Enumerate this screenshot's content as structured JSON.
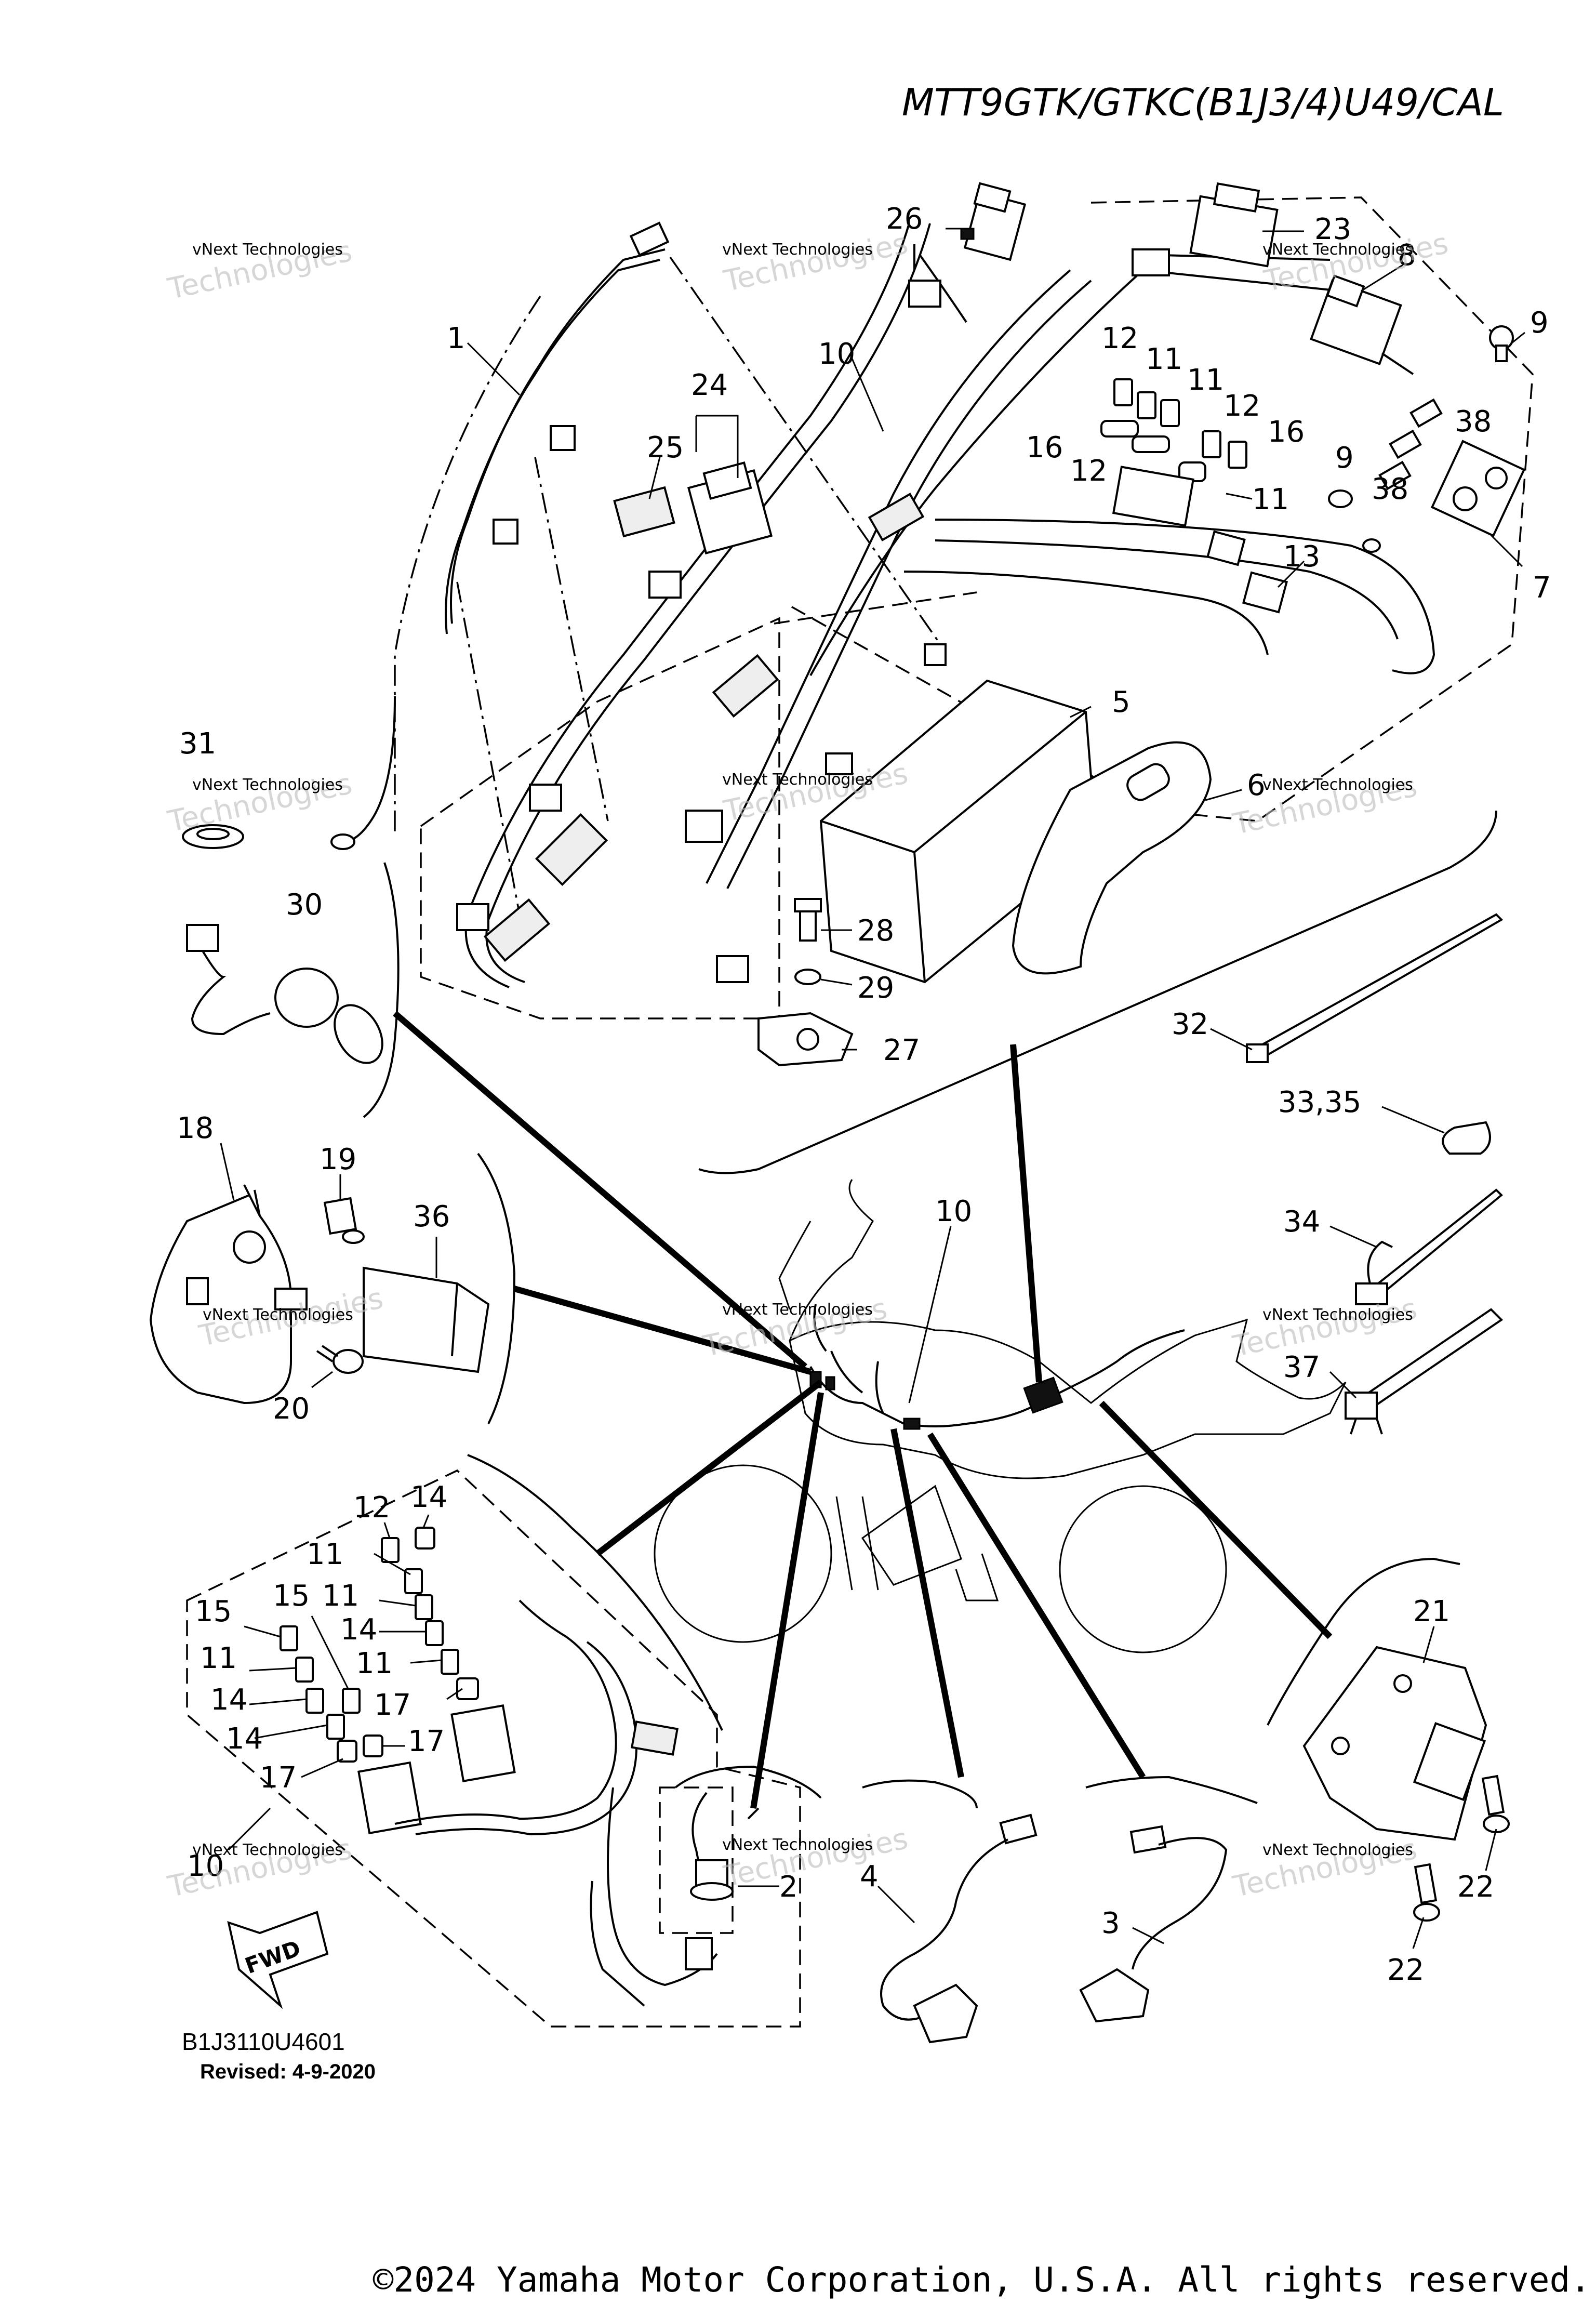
{
  "header": {
    "model_code": "MTT9GTK/GTKC(B1J3/4)U49/CAL"
  },
  "footer": {
    "diagram_code": "B1J3110U4601",
    "revised": "Revised: 4-9-2020",
    "copyright": "©2024 Yamaha Motor Corporation, U.S.A. All rights reserved."
  },
  "watermark": {
    "line1": "vNext Technologies",
    "big": "Technologies"
  },
  "fwd_label": "FWD",
  "callouts": {
    "c1": "1",
    "c2": "2",
    "c3": "3",
    "c4": "4",
    "c5": "5",
    "c6": "6",
    "c7": "7",
    "c8": "8",
    "c9a": "9",
    "c9b": "9",
    "c10a": "10",
    "c10b": "10",
    "c10c": "10",
    "c11a": "11",
    "c11b": "11",
    "c11c": "11",
    "c12a": "12",
    "c12b": "12",
    "c12c": "12",
    "c13": "13",
    "c16a": "16",
    "c16b": "16",
    "c18": "18",
    "c19": "19",
    "c20": "20",
    "c21": "21",
    "c22a": "22",
    "c22b": "22",
    "c23": "23",
    "c24": "24",
    "c25": "25",
    "c26": "26",
    "c27": "27",
    "c28": "28",
    "c29": "29",
    "c30": "30",
    "c31": "31",
    "c32": "32",
    "c3335": "33,35",
    "c34": "34",
    "c36": "36",
    "c37": "37",
    "c38a": "38",
    "c38b": "38",
    "l12": "12",
    "l14a": "14",
    "l11a": "11",
    "l15a": "15",
    "l11b": "11",
    "l15b": "15",
    "l14b": "14",
    "l11c": "11",
    "l11d": "11",
    "l14c": "14",
    "l17a": "17",
    "l14d": "14",
    "l17b": "17",
    "l17c": "17"
  }
}
